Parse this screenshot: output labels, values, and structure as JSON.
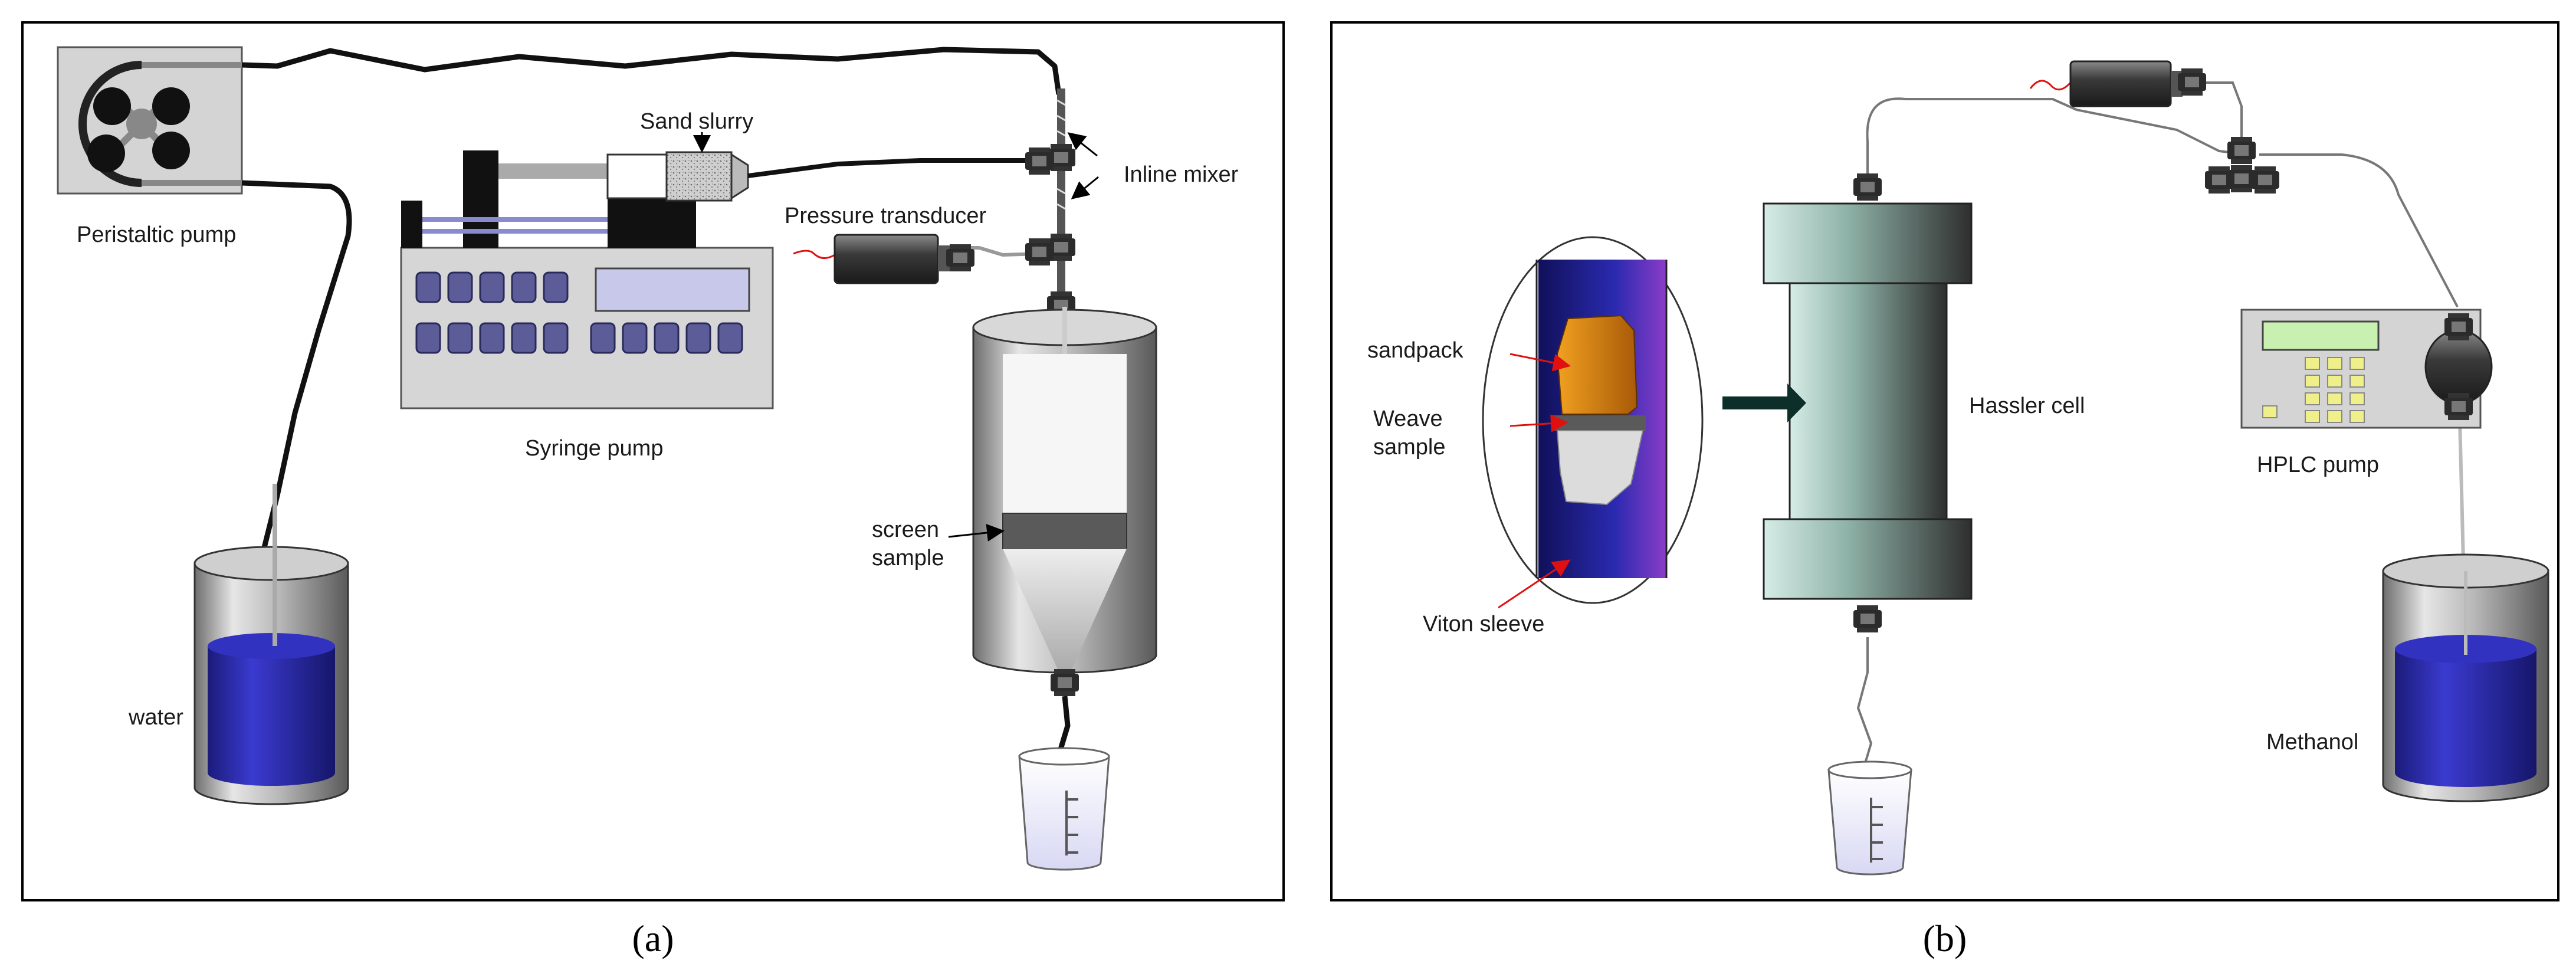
{
  "panel_a": {
    "caption": "(a)",
    "labels": {
      "peristaltic_pump": "Peristaltic pump",
      "sand_slurry": "Sand slurry",
      "inline_mixer": "Inline mixer",
      "pressure_transducer": "Pressure transducer",
      "syringe_pump": "Syringe pump",
      "screen_sample_line1": "screen",
      "screen_sample_line2": "sample",
      "water": "water"
    }
  },
  "panel_b": {
    "caption": "(b)",
    "labels": {
      "sandpack": "sandpack",
      "weave_sample_line1": "Weave",
      "weave_sample_line2": "sample",
      "viton_sleeve": "Viton sleeve",
      "hassler_cell": "Hassler cell",
      "hplc_pump": "HPLC pump",
      "methanol": "Methanol"
    }
  },
  "colors": {
    "liquid_blue": "#2a2aa8",
    "sandpack_orange": "#d98a10",
    "pump_grey": "#d4d4d4",
    "hassler_body": "#8fb3a8",
    "arrow_red": "#e01010"
  }
}
